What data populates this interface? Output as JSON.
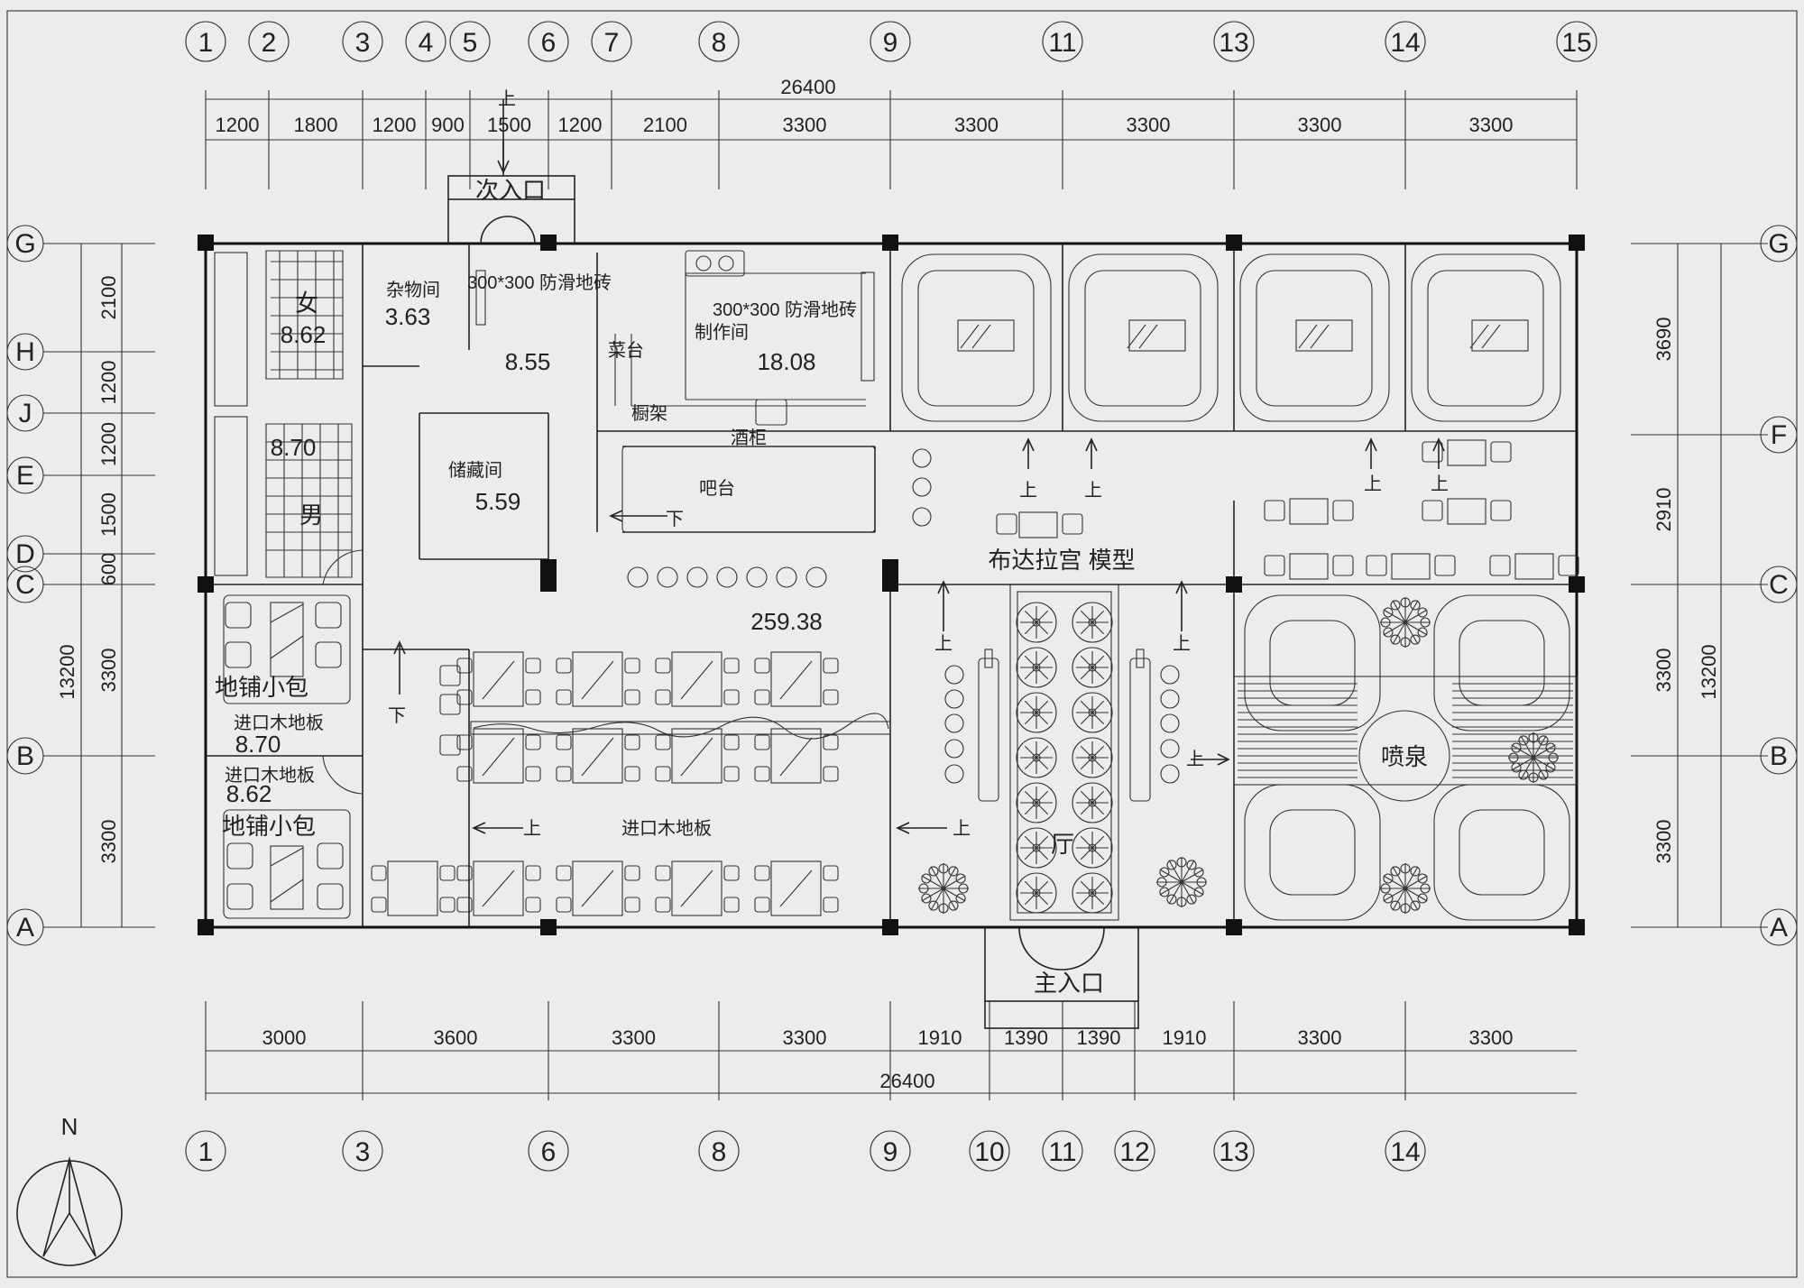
{
  "top_axes": [
    "1",
    "2",
    "3",
    "4",
    "5",
    "6",
    "7",
    "8",
    "9",
    "11",
    "13",
    "14",
    "15"
  ],
  "bottom_axes": [
    "1",
    "3",
    "6",
    "8",
    "9",
    "10",
    "11",
    "12",
    "13",
    "14"
  ],
  "left_axes": [
    "G",
    "H",
    "J",
    "E",
    "D",
    "C",
    "B",
    "A"
  ],
  "right_axes": [
    "G",
    "F",
    "C",
    "B",
    "A"
  ],
  "top_total": "26400",
  "top_dims": [
    "1200",
    "1800",
    "1200",
    "900",
    "1500",
    "1200",
    "2100",
    "3300",
    "3300",
    "3300",
    "3300",
    "3300"
  ],
  "bottom_total": "26400",
  "bottom_dims": [
    "3000",
    "3600",
    "3300",
    "3300",
    "1910",
    "1390",
    "1390",
    "1910",
    "3300",
    "3300"
  ],
  "left_dims": [
    "2100",
    "1200",
    "1200",
    "1500",
    "600",
    "3300",
    "3300"
  ],
  "left_total": "13200",
  "right_dims": [
    "3690",
    "2910",
    "3300",
    "3300"
  ],
  "right_total": "13200",
  "north": "N",
  "rooms": {
    "secondary_entrance": "次入口",
    "secondary_up": "上",
    "women": "女",
    "women_area": "8.62",
    "storage": "杂物间",
    "storage_area": "3.63",
    "tile_note_1": "300*300 防滑地砖",
    "tile_note_2": "300*300 防滑地砖",
    "corridor_area": "8.55",
    "kitchen": "制作间",
    "kitchen_area": "18.08",
    "counter": "菜台",
    "shelf": "橱架",
    "wine_cabinet": "酒柜",
    "mens_area": "8.70",
    "men": "男",
    "store_room": "储藏间",
    "store_room_area": "5.59",
    "bar": "吧台",
    "bar_down": "下",
    "hall_area": "259.38",
    "private_1": "地铺小包",
    "floor_1": "进口木地板",
    "private_1_area": "8.70",
    "floor_2": "进口木地板",
    "private_2_area": "8.62",
    "private_2": "地铺小包",
    "down": "下",
    "hall_floor": "进口木地板",
    "up_left": "上",
    "up_mid": "上",
    "potala_model": "布达拉宫  模型",
    "fountain": "喷泉",
    "main_entrance": "主入口",
    "up_a": "上",
    "up_b": "上",
    "up_c": "上",
    "up_d": "上",
    "up_e": "上",
    "up_f": "上",
    "up_g": "上",
    "hall_label": "厅"
  }
}
